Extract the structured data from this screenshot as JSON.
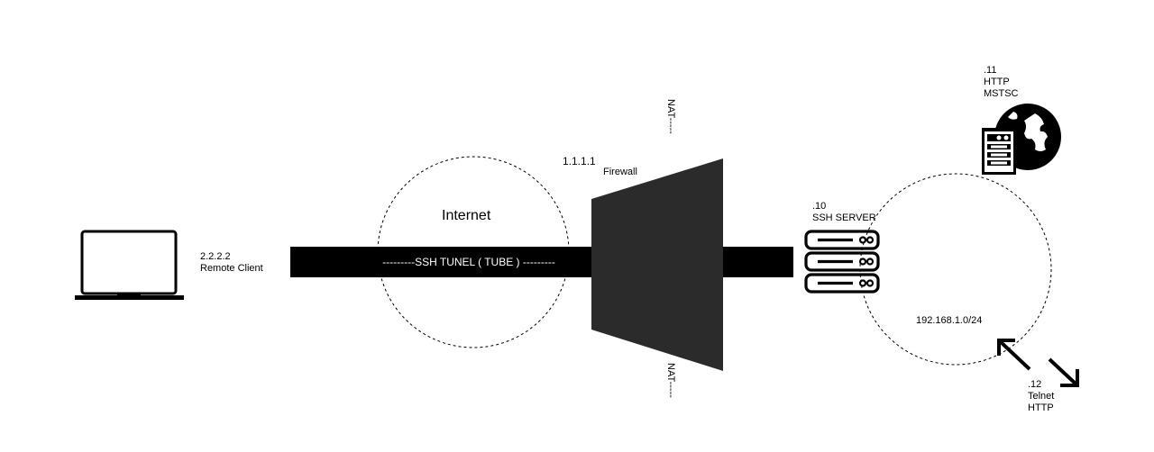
{
  "client": {
    "ip": "2.2.2.2",
    "label": "Remote Client"
  },
  "internet": {
    "label": "Internet"
  },
  "tunnel": {
    "label": "---------SSH TUNEL ( TUBE ) ---------"
  },
  "firewall": {
    "ip": "1.1.1.1",
    "label": "Firewall"
  },
  "nat": {
    "top": "NAT-----",
    "bottom": "NAT-----"
  },
  "ssh_server": {
    "ip": ".10",
    "label": "SSH SERVER"
  },
  "lan": {
    "subnet": "192.168.1.0/24"
  },
  "host_11": {
    "ip": ".11",
    "line1": "HTTP",
    "line2": "MSTSC"
  },
  "host_12": {
    "ip": ".12",
    "line1": "Telnet",
    "line2": "HTTP"
  },
  "icons": [
    "laptop-icon",
    "server-rack-icon",
    "web-server-globe-icon",
    "double-arrow-icon"
  ],
  "colors": {
    "tunnel": "#000000",
    "firewall": "#2b2b2b",
    "background": "#ffffff"
  }
}
